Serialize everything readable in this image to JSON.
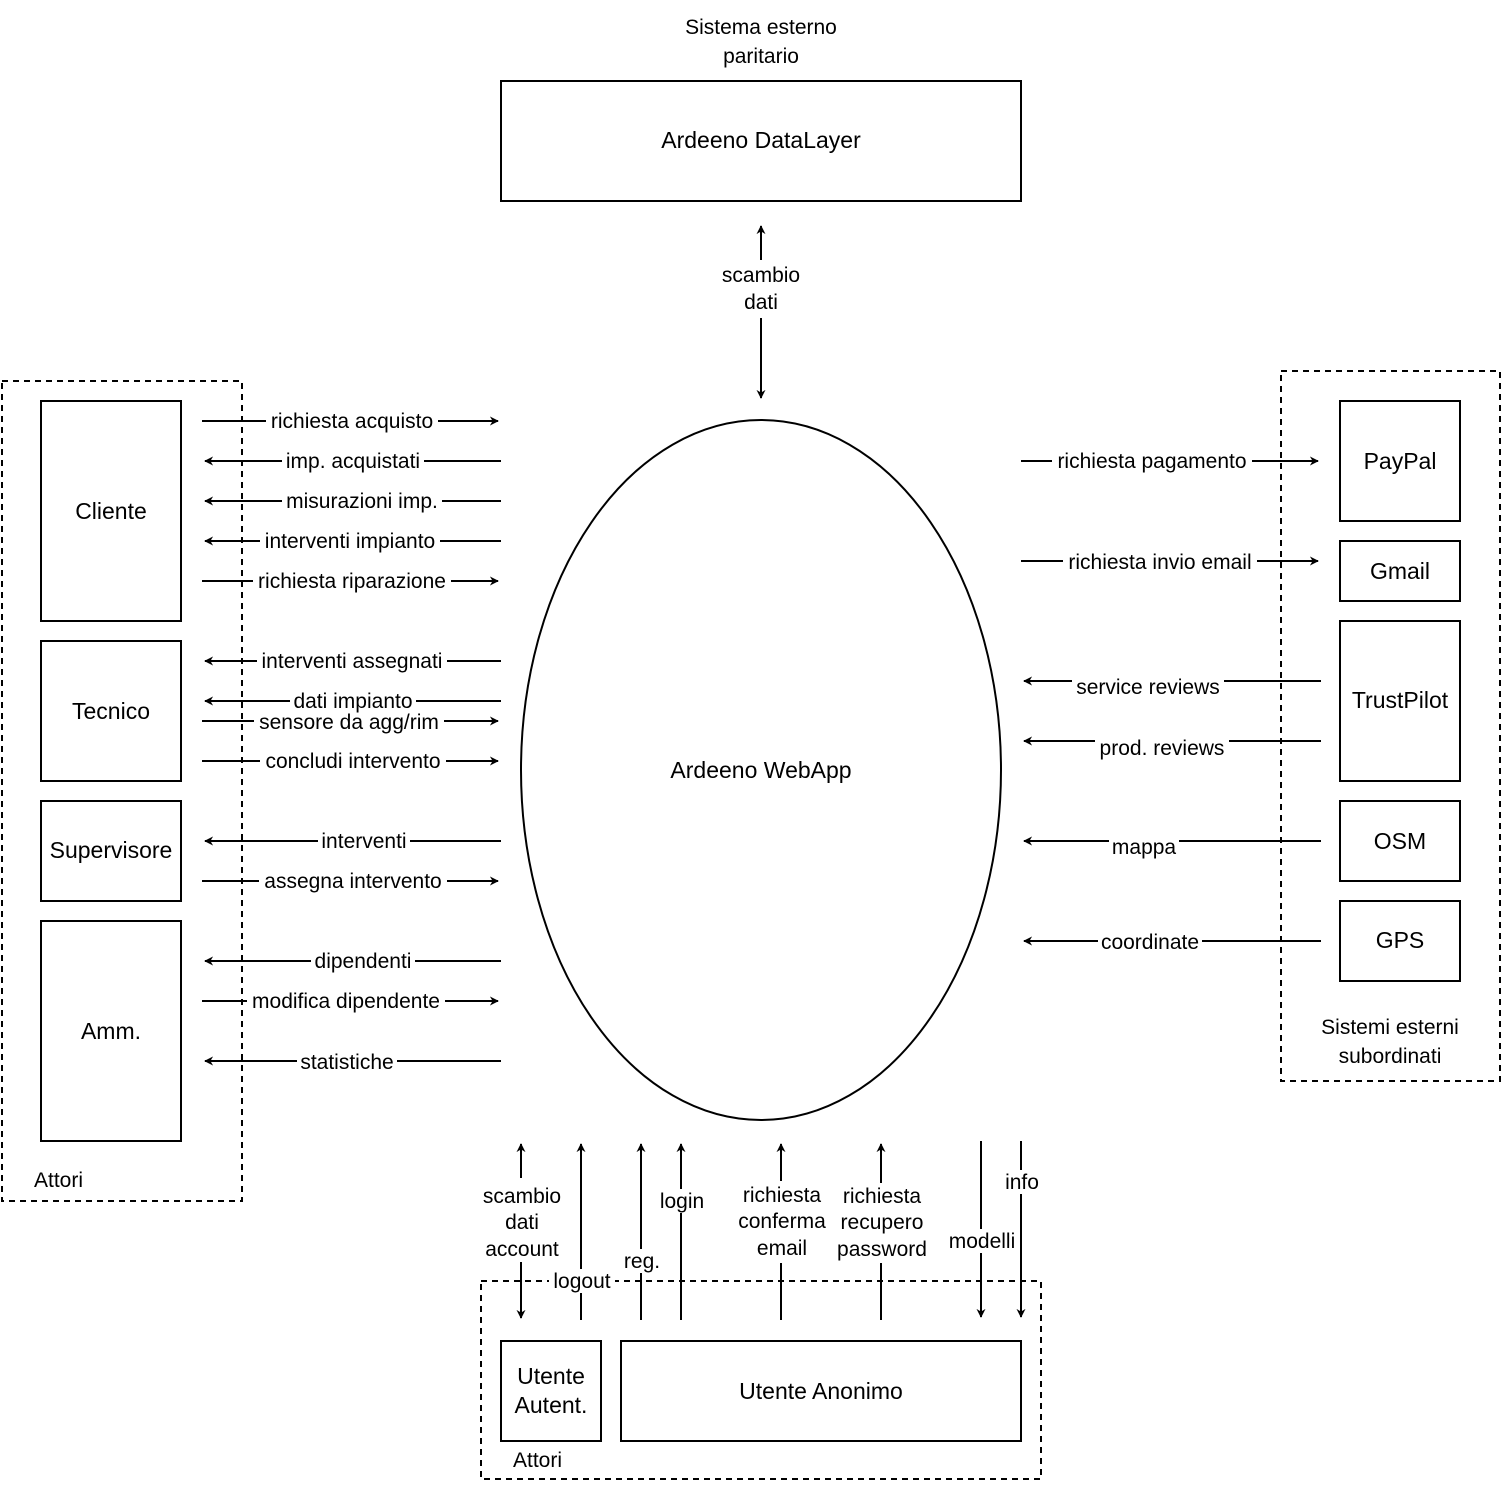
{
  "peer": {
    "caption_line1": "Sistema esterno",
    "caption_line2": "paritario",
    "name": "Ardeeno DataLayer",
    "flow_line1": "scambio",
    "flow_line2": "dati"
  },
  "center": {
    "name": "Ardeeno WebApp"
  },
  "actors_left": {
    "caption": "Attori",
    "cliente": "Cliente",
    "tecnico": "Tecnico",
    "supervisore": "Supervisore",
    "amm": "Amm."
  },
  "left_flows": {
    "richiesta_acquisto": "richiesta acquisto",
    "imp_acquistati": "imp. acquistati",
    "misurazioni_imp": "misurazioni imp.",
    "interventi_impianto": "interventi impianto",
    "richiesta_riparazione": "richiesta riparazione",
    "interventi_assegnati": "interventi assegnati",
    "dati_impianto": "dati impianto",
    "sensore_da_agg": "sensore da agg/rim",
    "concludi_intervento": "concludi intervento",
    "interventi": "interventi",
    "assegna_intervento": "assegna intervento",
    "dipendenti": "dipendenti",
    "modifica_dipendente": "modifica dipendente",
    "statistiche": "statistiche"
  },
  "subordinates": {
    "caption_line1": "Sistemi esterni",
    "caption_line2": "subordinati",
    "paypal": "PayPal",
    "gmail": "Gmail",
    "trustpilot": "TrustPilot",
    "osm": "OSM",
    "gps": "GPS"
  },
  "right_flows": {
    "richiesta_pagamento": "richiesta pagamento",
    "richiesta_invio_email": "richiesta invio email",
    "service_reviews": "service reviews",
    "prod_reviews": "prod. reviews",
    "mappa": "mappa",
    "coordinate": "coordinate"
  },
  "actors_bottom": {
    "caption": "Attori",
    "utente_autent_line1": "Utente",
    "utente_autent_line2": "Autent.",
    "utente_anonimo": "Utente Anonimo"
  },
  "bottom_flows": {
    "scambio_dati_account": [
      "scambio",
      "dati",
      "account"
    ],
    "logout": "logout",
    "reg": "reg.",
    "login": "login",
    "richiesta_conferma_email": [
      "richiesta",
      "conferma",
      "email"
    ],
    "richiesta_recupero_password": [
      "richiesta",
      "recupero",
      "password"
    ],
    "modelli": "modelli",
    "info": "info"
  }
}
